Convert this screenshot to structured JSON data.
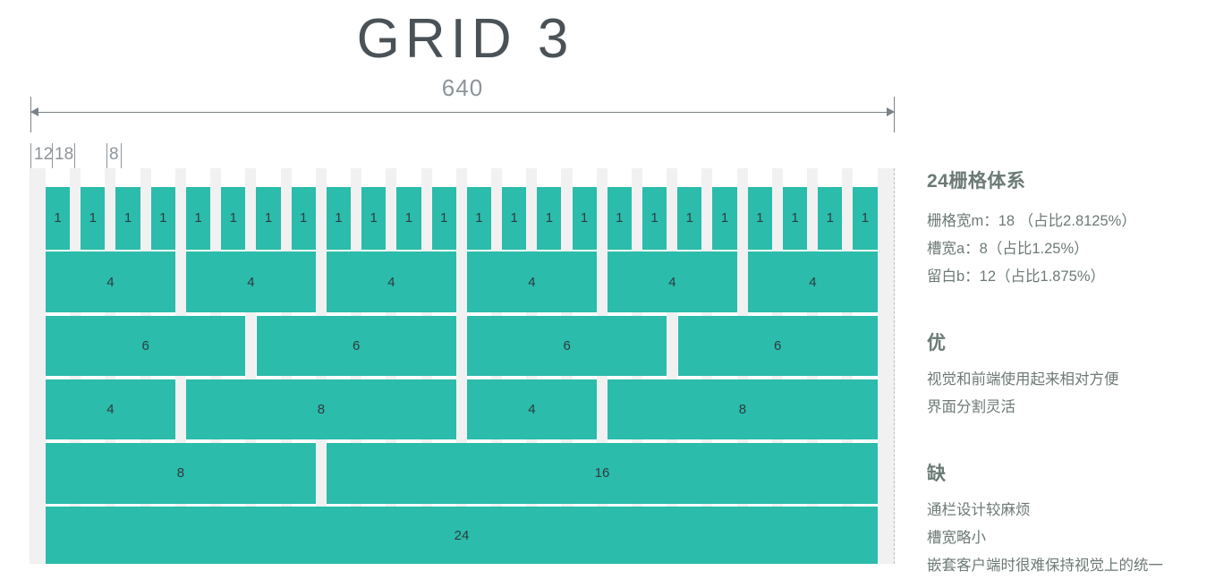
{
  "title": "GRID 3",
  "ruler": {
    "total_label": "640",
    "tick_labels": [
      "12",
      "18",
      "8"
    ]
  },
  "colors": {
    "block": "#2bbcab",
    "canvas": "#f1f1f1",
    "guide": "#ffffff",
    "text": "#6e7a77",
    "title": "#4a5257"
  },
  "grid": {
    "columns": 24,
    "module_width": 18,
    "gutter": 8,
    "margin": 12,
    "total_width": 640,
    "rows": [
      {
        "name": "row-24x1",
        "cells": [
          1,
          1,
          1,
          1,
          1,
          1,
          1,
          1,
          1,
          1,
          1,
          1,
          1,
          1,
          1,
          1,
          1,
          1,
          1,
          1,
          1,
          1,
          1,
          1
        ]
      },
      {
        "name": "row-6x4",
        "cells": [
          4,
          4,
          4,
          4,
          4,
          4
        ]
      },
      {
        "name": "row-4x6",
        "cells": [
          6,
          6,
          6,
          6
        ]
      },
      {
        "name": "row-4-8-4-8",
        "cells": [
          4,
          8,
          4,
          8
        ]
      },
      {
        "name": "row-8-16",
        "cells": [
          8,
          16
        ]
      },
      {
        "name": "row-24",
        "cells": [
          24
        ]
      }
    ]
  },
  "panel": {
    "system": {
      "heading": "24栅格体系",
      "lines": [
        "栅格宽m：18 （占比2.8125%）",
        "槽宽a：8（占比1.25%）",
        "留白b：12（占比1.875%）"
      ]
    },
    "pros": {
      "heading": "优",
      "lines": [
        "视觉和前端使用起来相对方便",
        "界面分割灵活"
      ]
    },
    "cons": {
      "heading": "缺",
      "lines": [
        "通栏设计较麻烦",
        "槽宽略小",
        "嵌套客户端时很难保持视觉上的统一"
      ]
    }
  }
}
